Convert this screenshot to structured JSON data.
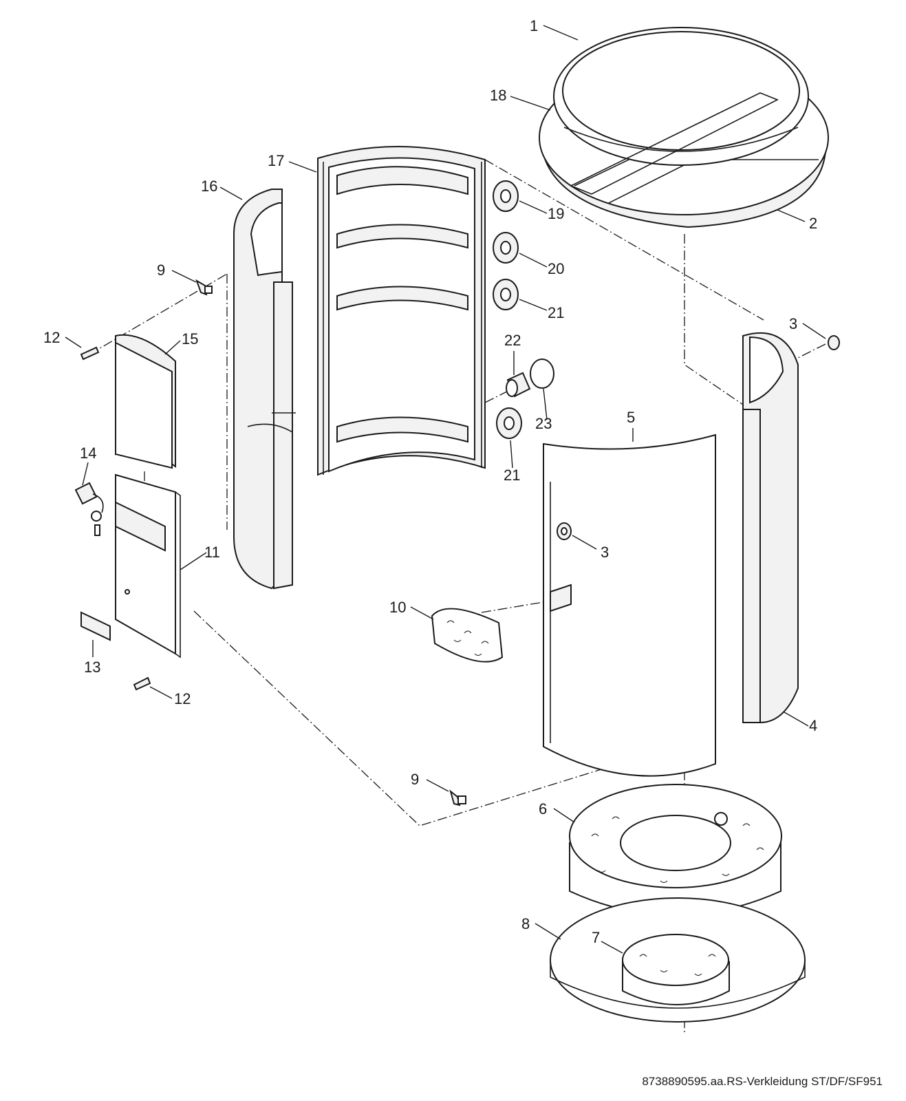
{
  "callouts": {
    "c1": "1",
    "c2": "2",
    "c3a": "3",
    "c3b": "3",
    "c4": "4",
    "c5": "5",
    "c6": "6",
    "c7": "7",
    "c8": "8",
    "c9a": "9",
    "c9b": "9",
    "c10": "10",
    "c11": "11",
    "c12a": "12",
    "c12b": "12",
    "c13": "13",
    "c14": "14",
    "c15": "15",
    "c16": "16",
    "c17": "17",
    "c18": "18",
    "c19": "19",
    "c20": "20",
    "c21a": "21",
    "c21b": "21",
    "c22": "22",
    "c23": "23"
  },
  "footer": "8738890595.aa.RS-Verkleidung ST/DF/SF951"
}
